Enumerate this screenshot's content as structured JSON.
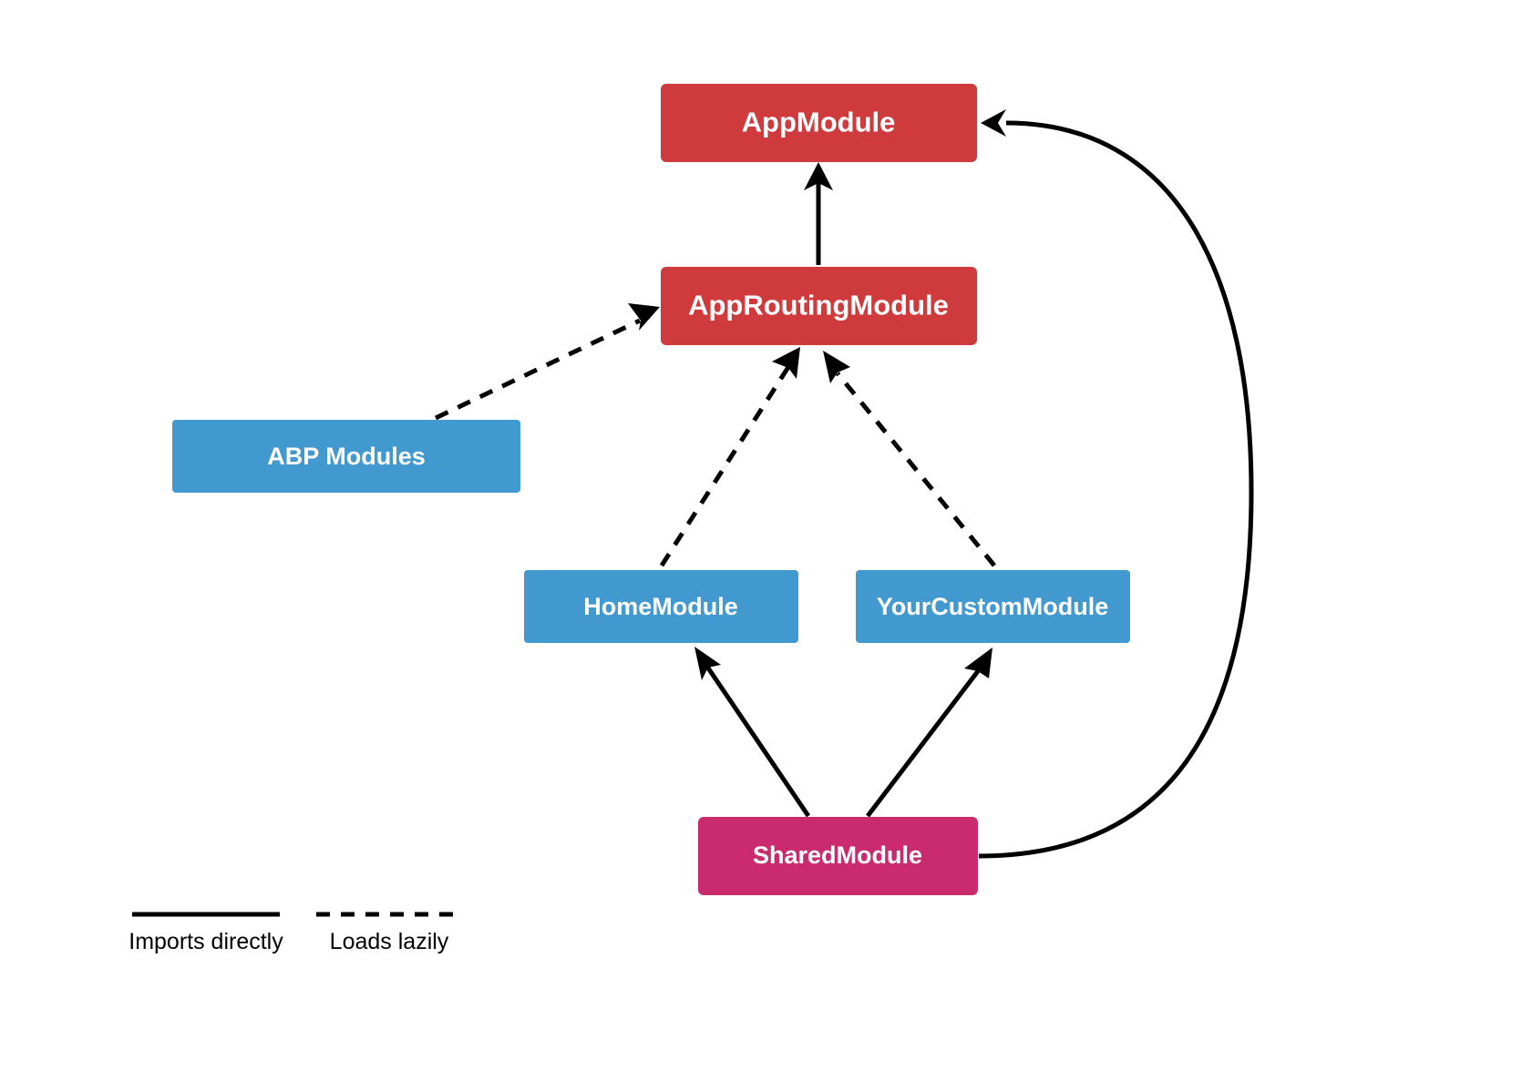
{
  "colors": {
    "app": "#cf3a3c",
    "feature": "#4299d0",
    "shared": "#c92b6e",
    "edge": "#000000"
  },
  "nodes": {
    "app_module": "AppModule",
    "app_routing_module": "AppRoutingModule",
    "abp_modules": "ABP Modules",
    "home_module": "HomeModule",
    "your_custom_module": "YourCustomModule",
    "shared_module": "SharedModule"
  },
  "edges": [
    {
      "from": "app_routing_module",
      "to": "app_module",
      "style": "solid"
    },
    {
      "from": "abp_modules",
      "to": "app_routing_module",
      "style": "dashed"
    },
    {
      "from": "home_module",
      "to": "app_routing_module",
      "style": "dashed"
    },
    {
      "from": "your_custom_module",
      "to": "app_routing_module",
      "style": "dashed"
    },
    {
      "from": "shared_module",
      "to": "home_module",
      "style": "solid"
    },
    {
      "from": "shared_module",
      "to": "your_custom_module",
      "style": "solid"
    },
    {
      "from": "shared_module",
      "to": "app_module",
      "style": "solid"
    }
  ],
  "legend": {
    "solid_label": "Imports directly",
    "dashed_label": "Loads lazily"
  }
}
